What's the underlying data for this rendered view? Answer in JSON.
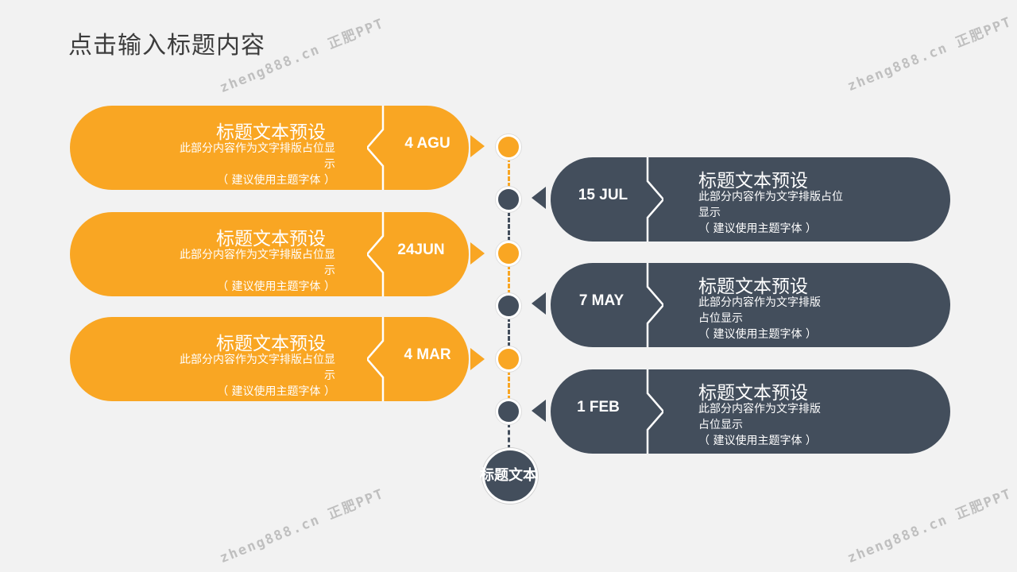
{
  "title": "点击输入标题内容",
  "watermark": "zheng888.cn 正肥PPT",
  "colors": {
    "orange": "#f9a623",
    "dark": "#434e5c",
    "background": "#f2f2f2"
  },
  "end_label": "标题文本",
  "left_items": [
    {
      "date": "4 AGU",
      "title": "标题文本预设",
      "body_line1": "此部分内容作为文字排版占位显",
      "body_line2": "示",
      "body_line3": "（ 建议使用主题字体 ）"
    },
    {
      "date": "24JUN",
      "title": "标题文本预设",
      "body_line1": "此部分内容作为文字排版占位显",
      "body_line2": "示",
      "body_line3": "（ 建议使用主题字体 ）"
    },
    {
      "date": "4 MAR",
      "title": "标题文本预设",
      "body_line1": "此部分内容作为文字排版占位显",
      "body_line2": "示",
      "body_line3": "（ 建议使用主题字体 ）"
    }
  ],
  "right_items": [
    {
      "date": "15 JUL",
      "title": "标题文本预设",
      "body_line1": "此部分内容作为文字排版占位",
      "body_line2": "显示",
      "body_line3": "（ 建议使用主题字体 ）"
    },
    {
      "date": "7 MAY",
      "title": "标题文本预设",
      "body_line1": "此部分内容作为文字排版",
      "body_line2": "占位显示",
      "body_line3": "（ 建议使用主题字体 ）"
    },
    {
      "date": "1 FEB",
      "title": "标题文本预设",
      "body_line1": "此部分内容作为文字排版",
      "body_line2": "占位显示",
      "body_line3": "（ 建议使用主题字体 ）"
    }
  ]
}
